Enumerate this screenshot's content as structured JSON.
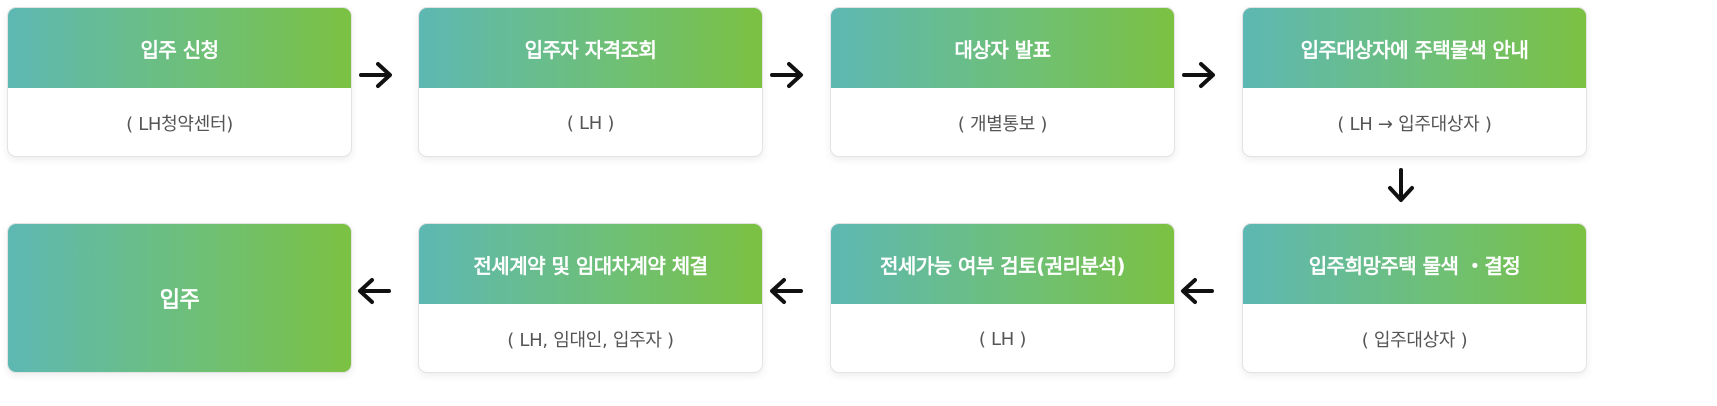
{
  "steps": [
    {
      "title": "입주 신청",
      "sub": "( LH청약센터)"
    },
    {
      "title": "입주자 자격조회",
      "sub": "( LH )"
    },
    {
      "title": "대상자 발표",
      "sub": "( 개별통보 )"
    },
    {
      "title": "입주대상자에 주택물색 안내",
      "sub": "( LH → 입주대상자 )"
    },
    {
      "title": "입주희망주택 물색 ・결정",
      "sub": "(  입주대상자 )"
    },
    {
      "title": "전세가능 여부 검토(권리분석)",
      "sub": "( LH )"
    },
    {
      "title": "전세계약 및 임대차계약 체결",
      "sub": "( LH, 임대인, 입주자 )"
    },
    {
      "title": "입주"
    }
  ],
  "arrows": [
    "right",
    "right",
    "right",
    "down",
    "left",
    "left",
    "left"
  ],
  "colors": {
    "gradient_start": "#5eb8b3",
    "gradient_end": "#7bc142",
    "arrow": "#111111",
    "sub_text": "#555555"
  }
}
